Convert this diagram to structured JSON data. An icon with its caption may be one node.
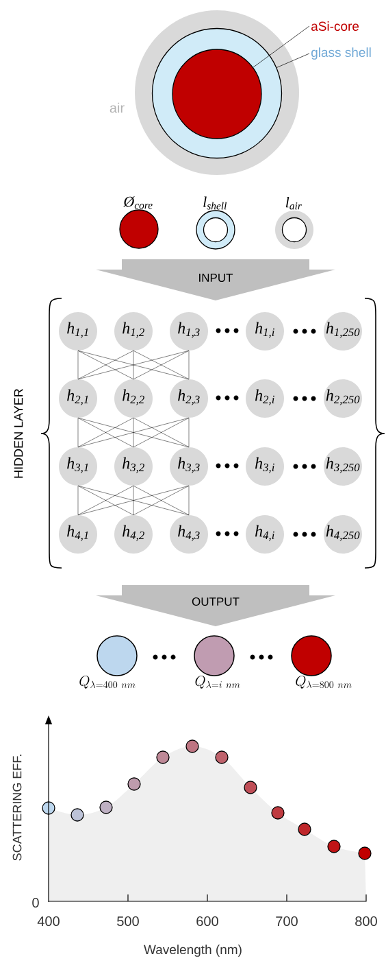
{
  "diagram": {
    "nodes": [
      {
        "text": [
          "air"
        ]
      },
      {
        "text": [],
        "shape": "circle",
        "in": 0
      },
      {
        "text": [],
        "shape": "circle",
        "in": 1
      },
      {
        "text": [
          "aSi-core"
        ]
      },
      {
        "text": [
          "glass shell"
        ]
      },
      {
        "text": [
          "Ø$_{core}$"
        ]
      },
      {
        "text": [
          "l$_{shell}$"
        ]
      },
      {
        "text": [
          "l$_{air}$"
        ]
      },
      {
        "text": [
          "INPUT"
        ]
      },
      {
        "text": [
          "HIDDEN LAYER"
        ]
      },
      {
        "text": [
          "h$_{1,1}$"
        ],
        "in": 9
      },
      {
        "text": [
          "h$_{1,2}$"
        ],
        "in": 9
      },
      {
        "text": [
          "h$_{1,3}$"
        ],
        "in": 9
      },
      {
        "text": [
          "h$_{1,i}$"
        ],
        "in": 9
      },
      {
        "text": [
          "h$_{1,250}$"
        ],
        "in": 9
      },
      {
        "text": [
          "h$_{2,1}$"
        ],
        "in": 9
      },
      {
        "text": [
          "h$_{2,2}$"
        ],
        "in": 9
      },
      {
        "text": [
          "h$_{2,3}$"
        ],
        "in": 9
      },
      {
        "text": [
          "h$_{2,i}$"
        ],
        "in": 9
      },
      {
        "text": [
          "h$_{2,250}$"
        ],
        "in": 9
      },
      {
        "text": [
          "h$_{3,1}$"
        ],
        "in": 9
      },
      {
        "text": [
          "h$_{3,2}$"
        ],
        "in": 9
      },
      {
        "text": [
          "h$_{3,3}$"
        ],
        "in": 9
      },
      {
        "text": [
          "h$_{3,i}$"
        ],
        "in": 9
      },
      {
        "text": [
          "h$_{3,250}$"
        ],
        "in": 9
      },
      {
        "text": [
          "h$_{4,1}$"
        ],
        "in": 9
      },
      {
        "text": [
          "h$_{4,2}$"
        ],
        "in": 9
      },
      {
        "text": [
          "h$_{4,3}$"
        ],
        "in": 9
      },
      {
        "text": [
          "h$_{4,i}$"
        ],
        "in": 9
      },
      {
        "text": [
          "h$_{4,250}$"
        ],
        "in": 9
      },
      {
        "text": [
          "OUTPUT"
        ]
      },
      {
        "text": [
          "Q_{\\lambda = 400\\ nm}"
        ]
      },
      {
        "text": [
          "Q_{\\lambda =i\\ nm}"
        ]
      },
      {
        "text": [
          "Q_{\\lambda = 800\\ nm}"
        ]
      }
    ],
    "edges": [
      {
        "from": 3,
        "to": 2,
        "arrow": "none"
      },
      {
        "from": 4,
        "to": 1,
        "arrow": "none"
      },
      {
        "from": 10,
        "to": 15,
        "arrow": "none"
      },
      {
        "from": 10,
        "to": 16,
        "arrow": "none"
      },
      {
        "from": 10,
        "to": 17,
        "arrow": "none"
      },
      {
        "from": 11,
        "to": 15,
        "arrow": "none"
      },
      {
        "from": 11,
        "to": 16,
        "arrow": "none"
      },
      {
        "from": 11,
        "to": 17,
        "arrow": "none"
      },
      {
        "from": 12,
        "to": 15,
        "arrow": "none"
      },
      {
        "from": 12,
        "to": 16,
        "arrow": "none"
      },
      {
        "from": 12,
        "to": 17,
        "arrow": "none"
      },
      {
        "from": 15,
        "to": 20,
        "arrow": "none"
      },
      {
        "from": 15,
        "to": 21,
        "arrow": "none"
      },
      {
        "from": 15,
        "to": 22,
        "arrow": "none"
      },
      {
        "from": 16,
        "to": 20,
        "arrow": "none"
      },
      {
        "from": 16,
        "to": 21,
        "arrow": "none"
      },
      {
        "from": 16,
        "to": 22,
        "arrow": "none"
      },
      {
        "from": 17,
        "to": 20,
        "arrow": "none"
      },
      {
        "from": 17,
        "to": 21,
        "arrow": "none"
      },
      {
        "from": 17,
        "to": 22,
        "arrow": "none"
      },
      {
        "from": 20,
        "to": 25,
        "arrow": "none"
      },
      {
        "from": 20,
        "to": 26,
        "arrow": "none"
      },
      {
        "from": 20,
        "to": 27,
        "arrow": "none"
      },
      {
        "from": 21,
        "to": 25,
        "arrow": "none"
      },
      {
        "from": 21,
        "to": 26,
        "arrow": "none"
      },
      {
        "from": 21,
        "to": 27,
        "arrow": "none"
      },
      {
        "from": 22,
        "to": 25,
        "arrow": "none"
      },
      {
        "from": 22,
        "to": 26,
        "arrow": "none"
      },
      {
        "from": 22,
        "to": 27,
        "arrow": "none"
      }
    ],
    "labels": [
      "SCATTERING EFF.",
      "0",
      "400",
      "500",
      "600",
      "700",
      "800",
      "Wavelength (nm)"
    ]
  }
}
